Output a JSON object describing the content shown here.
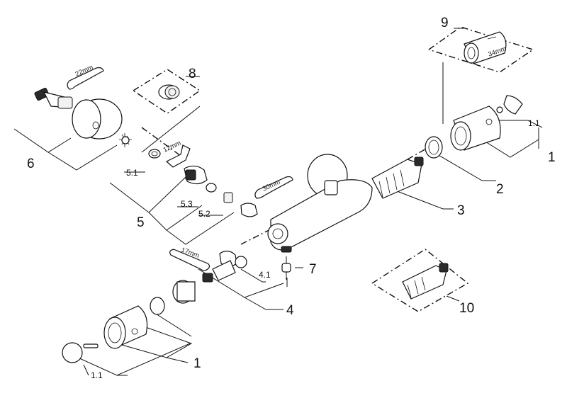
{
  "labels": {
    "n1_right": "1",
    "n1_1_right": "1.1",
    "n2": "2",
    "n3": "3",
    "n4": "4",
    "n4_1": "4.1",
    "n5": "5",
    "n5_1": "5.1",
    "n5_2": "5.2",
    "n5_3": "5.3",
    "n6": "6",
    "n7": "7",
    "n8": "8",
    "n9": "9",
    "n10": "10",
    "n1_bottom": "1",
    "n1_1_bottom": "1.1"
  },
  "tools": {
    "wrench_22": "22mm",
    "wrench_12": "12mm",
    "wrench_30": "30mm",
    "wrench_17": "17mm",
    "handle_34": "34mm"
  }
}
